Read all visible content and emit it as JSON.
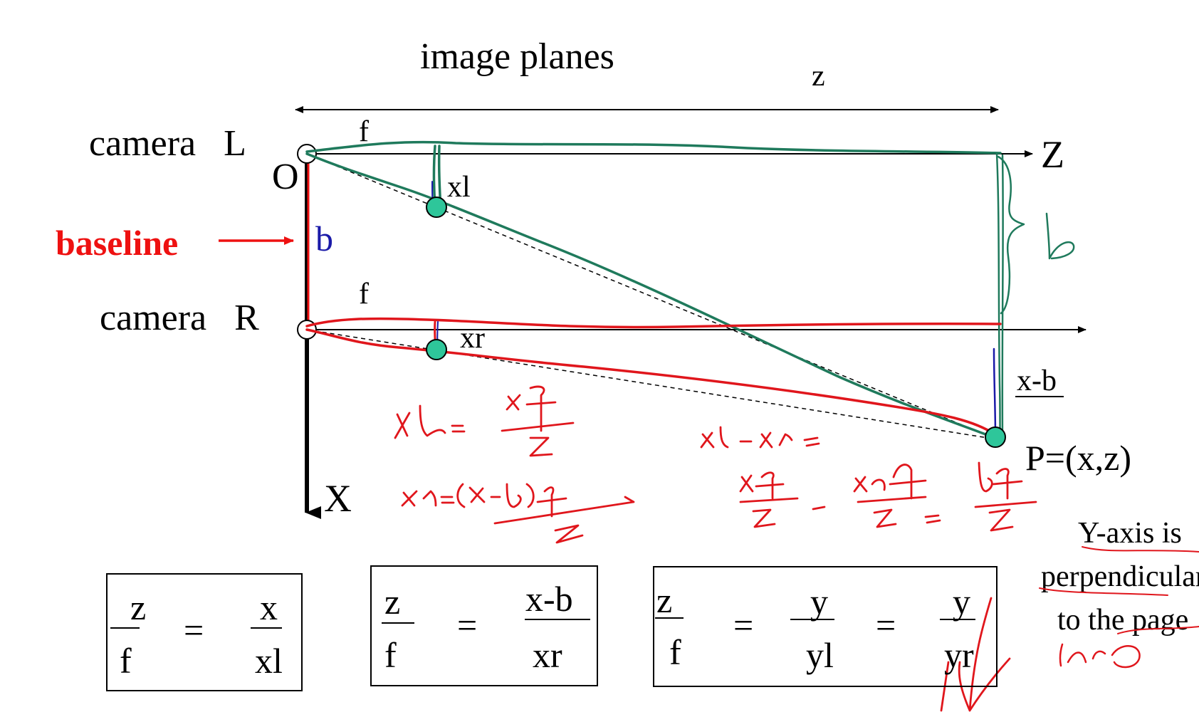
{
  "labels": {
    "title": "image planes",
    "z_dim": "z",
    "camera_l": "camera   L",
    "camera_r": "camera   R",
    "origin": "O",
    "axis_z": "Z",
    "axis_x": "X",
    "baseline": "baseline",
    "b": "b",
    "f_top": "f",
    "f_bottom": "f",
    "xl": "xl",
    "xr": "xr",
    "xb": "x-b",
    "point": "P=(x,z)",
    "note_line1": "Y-axis is",
    "note_line2": "perpendicular",
    "note_line3": "to the page"
  },
  "equations": {
    "eq1": {
      "n1": "z",
      "d1": "f",
      "eq": "=",
      "n2": "x",
      "d2": "xl"
    },
    "eq2": {
      "n1": "z",
      "d1": "f",
      "eq": "=",
      "n2": "x-b",
      "d2": "xr"
    },
    "eq3": {
      "n1": "z",
      "d1": "f",
      "eq1": "=",
      "n2": "y",
      "d2": "yl",
      "eq2": "=",
      "n3": "y",
      "d3": "yr"
    }
  },
  "colors": {
    "green": "#1f7a5c",
    "red": "#e0161c",
    "blue": "#1a1aa8",
    "dot": "#2ec69a",
    "baseline": "#ee1111"
  }
}
